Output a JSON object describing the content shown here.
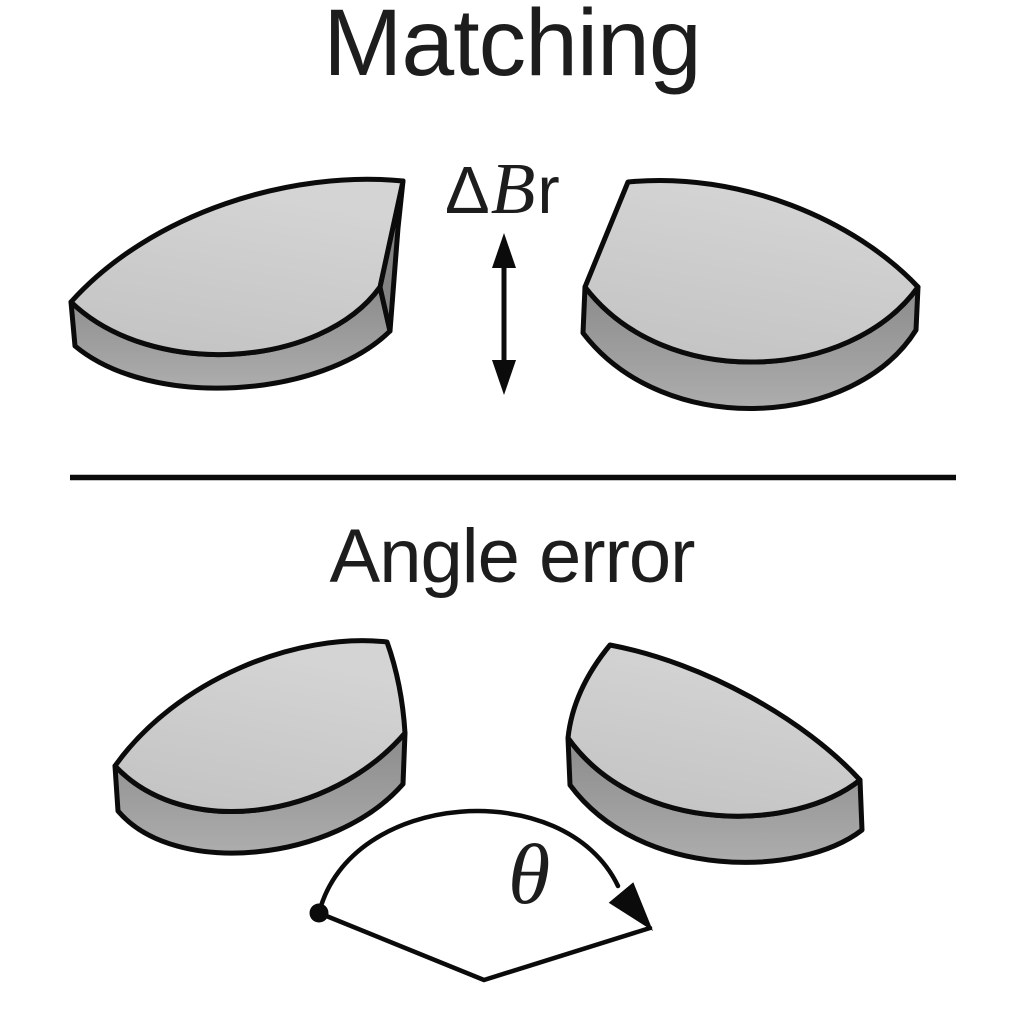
{
  "colors": {
    "outline": "#0b0b0b",
    "ink": "#1d1d1d",
    "top_face_light": "#d4d4d4",
    "top_face_dark": "#c2c2c2",
    "side_face_light": "#adadad",
    "side_face_dark": "#8b8b8b",
    "cut_face": "#828282",
    "background": "#ffffff"
  },
  "matching_section": {
    "title": "Matching",
    "tolerance_label": {
      "delta": "Δ",
      "B": "B",
      "r": "r"
    }
  },
  "angle_section": {
    "title": "Angle error",
    "angle_symbol": "θ"
  }
}
